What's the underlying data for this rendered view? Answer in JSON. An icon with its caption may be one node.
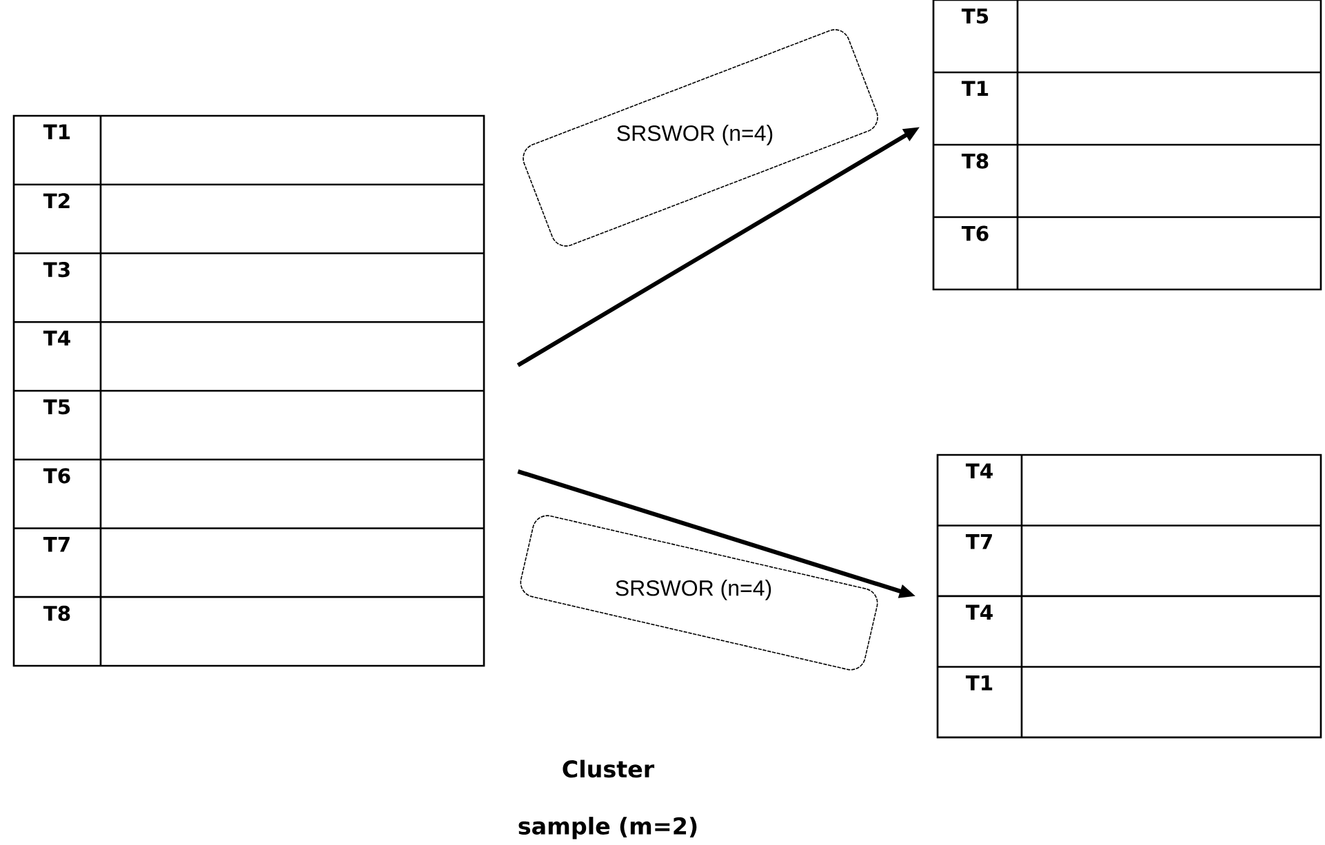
{
  "diagram": {
    "caption": "Cluster sample (m=2)",
    "nodes": [
      {
        "text": [
          "T1",
          "T2",
          "T3",
          "T4",
          "T5",
          "T6",
          "T7",
          "T8"
        ]
      },
      {
        "text": [
          "T5",
          "T1",
          "T8",
          "T6"
        ]
      },
      {
        "text": [
          "T4",
          "T7",
          "T4",
          "T1"
        ]
      },
      {
        "text": [
          "SRSWOR (n=4)"
        ]
      },
      {
        "text": [
          "SRSWOR (n=4)"
        ]
      }
    ],
    "edges": [
      {
        "from": 0,
        "to": 1,
        "arrow": "to"
      },
      {
        "from": 0,
        "to": 2,
        "arrow": "to"
      }
    ]
  }
}
